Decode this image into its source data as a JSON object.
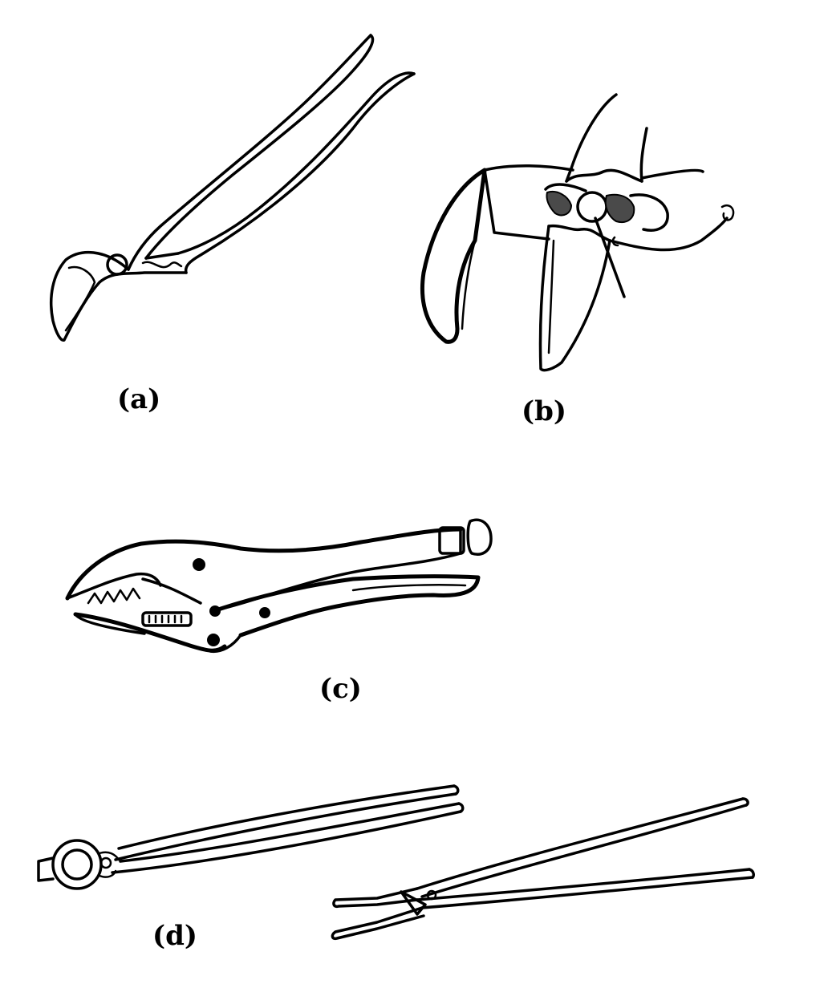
{
  "captions": {
    "a": "(a)",
    "b": "(b)",
    "c": "(c)",
    "d": "(d)"
  },
  "colors": {
    "ink": "#000000",
    "background": "#ffffff"
  }
}
